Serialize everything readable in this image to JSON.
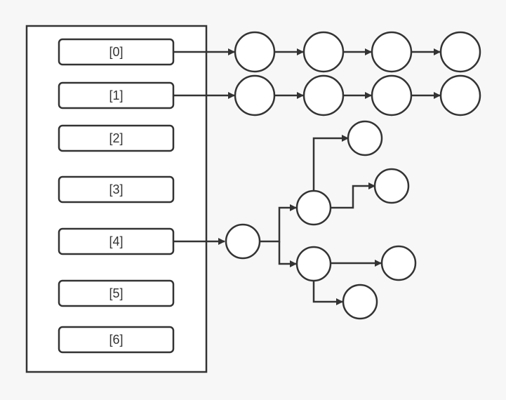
{
  "colors": {
    "background": "#f7f7f7",
    "stroke": "#333333",
    "fill": "#ffffff"
  },
  "table": {
    "slots": [
      {
        "label": "[0]"
      },
      {
        "label": "[1]"
      },
      {
        "label": "[2]"
      },
      {
        "label": "[3]"
      },
      {
        "label": "[4]"
      },
      {
        "label": "[5]"
      },
      {
        "label": "[6]"
      }
    ]
  },
  "chains": [
    {
      "from_slot": 0,
      "node_count": 4
    },
    {
      "from_slot": 1,
      "node_count": 4
    }
  ],
  "tree": {
    "from_slot": 4,
    "root_children": 2,
    "grandchildren_per_child": 2
  }
}
